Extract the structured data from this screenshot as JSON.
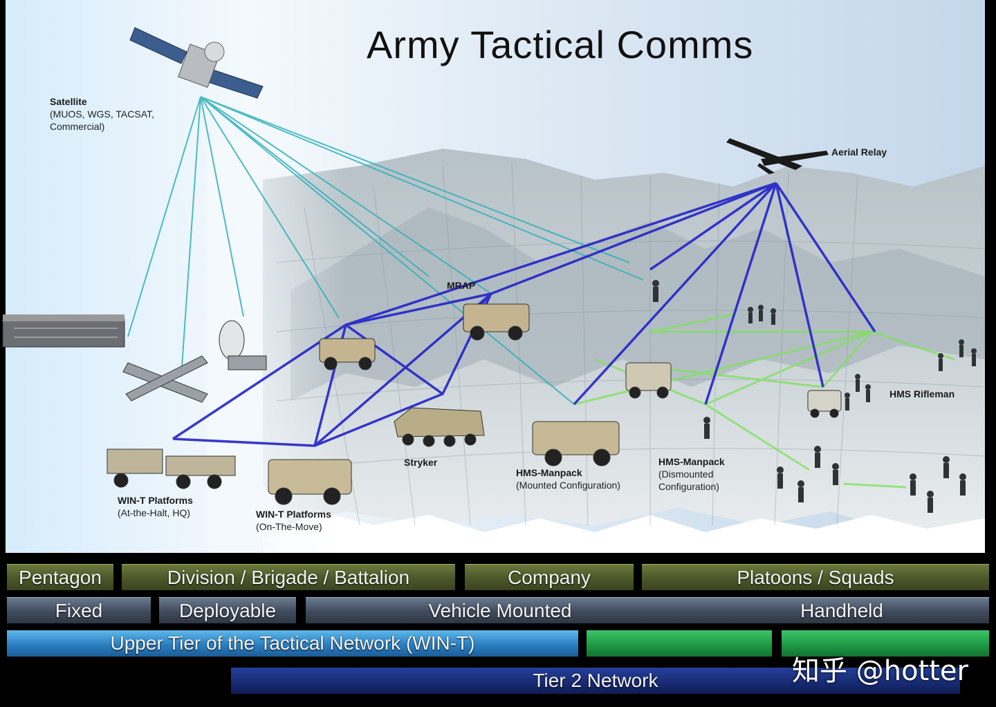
{
  "title": "Army Tactical Comms",
  "labels": {
    "satellite_name": "Satellite",
    "satellite_detail_1": "(MUOS, WGS, TACSAT,",
    "satellite_detail_2": "Commercial)",
    "aerial_relay": "Aerial Relay",
    "mrap": "MRAP",
    "stryker": "Stryker",
    "hms_rifleman": "HMS Rifleman",
    "hms_manpack_mounted_name": "HMS-Manpack",
    "hms_manpack_mounted_detail": "(Mounted Configuration)",
    "hms_manpack_dismounted_name": "HMS-Manpack",
    "hms_manpack_dismounted_detail_1": "(Dismounted",
    "hms_manpack_dismounted_detail_2": "Configuration)",
    "wint_halt_name": "WIN-T Platforms",
    "wint_halt_detail": "(At-the-Halt, HQ)",
    "wint_move_name": "WIN-T Platforms",
    "wint_move_detail": "(On-The-Move)"
  },
  "bands": {
    "row1": [
      "Pentagon",
      "Division / Brigade / Battalion",
      "Company",
      "Platoons / Squads"
    ],
    "row2": [
      "Fixed",
      "Deployable",
      "Vehicle Mounted",
      "Handheld"
    ],
    "row3": [
      "Upper Tier of the Tactical Network (WIN-T)",
      "",
      ""
    ],
    "row4": [
      "Tier 2 Network"
    ]
  },
  "watermark": "知乎 @hotter",
  "colors": {
    "satellite_links": "#2fb0b8",
    "relay_links": "#2323c8",
    "ground_links": "#7ee25a",
    "band_olive": "#4a5628",
    "band_slate": "#3f4b5c",
    "band_blue": "#2a7fc2",
    "band_green": "#1e9a45",
    "band_navy": "#172a72"
  }
}
